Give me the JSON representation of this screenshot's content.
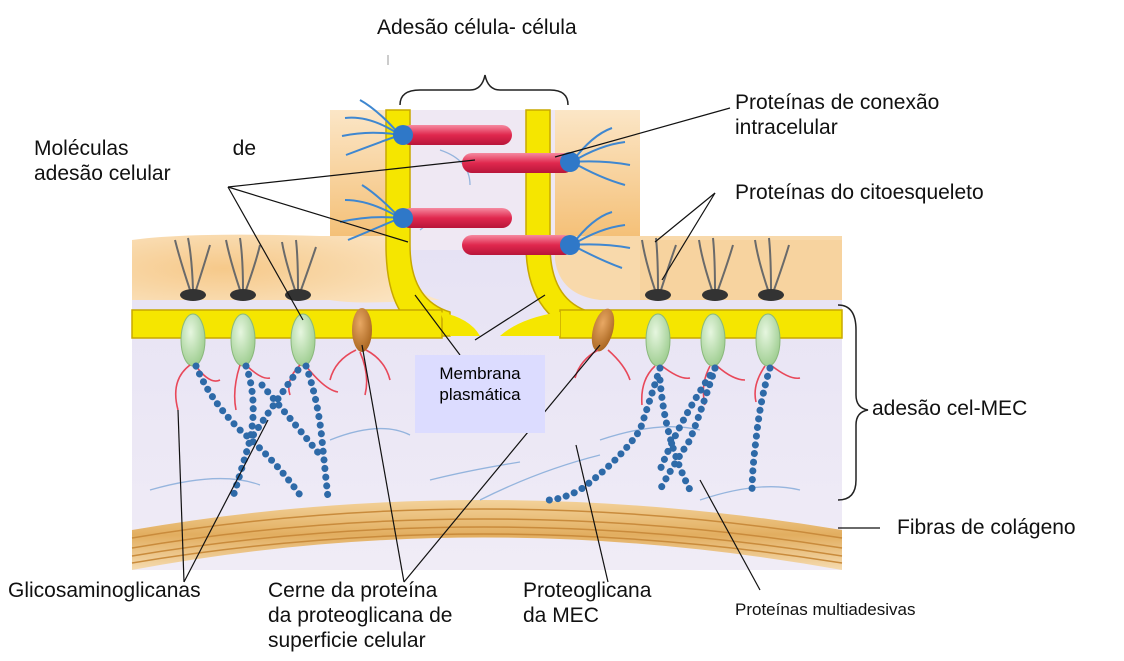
{
  "labels": {
    "top_title": "Adesão célula- célula",
    "adhesion_molecules_word1": "Moléculas",
    "adhesion_molecules_word2": "de",
    "adhesion_molecules_line2": "adesão celular",
    "connection_proteins_line1": "Proteínas de conexão",
    "connection_proteins_line2": "intracelular",
    "cytoskeleton_proteins": "Proteínas do citoesqueleto",
    "plasma_membrane_line1": "Membrana",
    "plasma_membrane_line2": "plasmática",
    "cell_ecm_adhesion": "adesão cel-MEC",
    "collagen_fibers": "Fibras de colágeno",
    "glycosaminoglycans": "Glicosaminoglicanas",
    "core_protein_line1": "Cerne da proteína",
    "core_protein_line2": "da proteoglicana de",
    "core_protein_line3": "superficie celular",
    "ecm_proteoglycan_line1": "Proteoglicana",
    "ecm_proteoglycan_line2": "da MEC",
    "multiadhesive_proteins": "Proteínas multiadesivas"
  },
  "colors": {
    "membrane": "#f5e600",
    "cytoplasm": "#f3c27a",
    "ecm": "#ebe6f5",
    "cadherin": "#e8385a",
    "integrin": "#b8e0b0",
    "bead": "#2e6aa8",
    "collagen": "#e3b873",
    "proteoglycan_core": "#c98a3a",
    "cytoskeleton": "#4a8fd0"
  }
}
